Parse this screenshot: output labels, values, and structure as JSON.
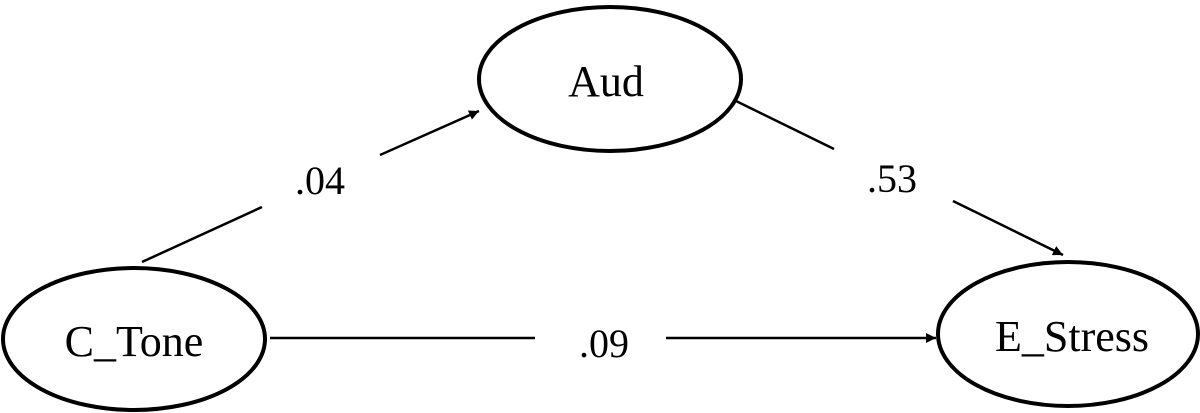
{
  "diagram": {
    "nodes": [
      {
        "id": "aud",
        "label": "Aud"
      },
      {
        "id": "c_tone",
        "label": "C_Tone"
      },
      {
        "id": "e_stress",
        "label": "E_Stress"
      }
    ],
    "edges": [
      {
        "from": "c_tone",
        "to": "aud",
        "coefficient": ".04"
      },
      {
        "from": "aud",
        "to": "e_stress",
        "coefficient": ".53"
      },
      {
        "from": "c_tone",
        "to": "e_stress",
        "coefficient": ".09"
      }
    ],
    "colors": {
      "stroke": "#000000",
      "background": "#ffffff"
    }
  }
}
